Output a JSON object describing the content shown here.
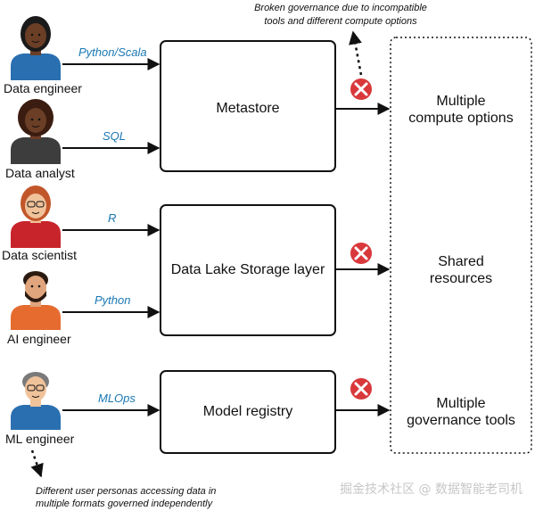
{
  "personas": [
    {
      "label": "Data engineer",
      "flow": "Python/Scala"
    },
    {
      "label": "Data analyst",
      "flow": "SQL"
    },
    {
      "label": "Data scientist",
      "flow": "R"
    },
    {
      "label": "AI engineer",
      "flow": "Python"
    },
    {
      "label": "ML engineer",
      "flow": "MLOps"
    }
  ],
  "boxes": {
    "metastore": "Metastore",
    "storage": "Data Lake Storage layer",
    "registry": "Model registry"
  },
  "right_panel": {
    "compute": [
      "Multiple",
      "compute options"
    ],
    "shared": [
      "Shared",
      "resources"
    ],
    "governance": [
      "Multiple",
      "governance tools"
    ]
  },
  "notes": {
    "top": [
      "Broken governance due to incompatible",
      "tools and different compute options"
    ],
    "bottom": [
      "Different user personas accessing data in",
      "multiple formats governed independently"
    ]
  },
  "watermark": "掘金技术社区 @ 数据智能老司机",
  "colors": {
    "flow_text": "#1a78b4",
    "error_red": "#d9383b",
    "skin_dark": "#6b3e26",
    "skin_light": "#f0c29a",
    "shirt_blue": "#2a6fb0",
    "shirt_red": "#c8242c",
    "shirt_orange": "#e56b2f",
    "shirt_gray": "#3d3d3d"
  }
}
